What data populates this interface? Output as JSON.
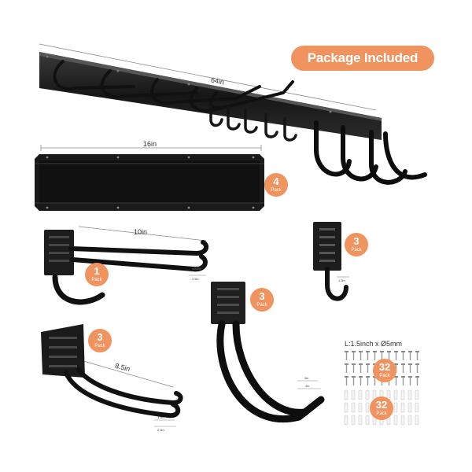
{
  "banner": {
    "text": "Package Included"
  },
  "rail": {
    "length_label": "64in"
  },
  "panel": {
    "length_label": "16in",
    "qty": "4",
    "qty_word": "Pack"
  },
  "double_hook": {
    "length_label": "10in",
    "qty": "1",
    "qty_word": "Pack",
    "dim_a": "1.5in",
    "dim_b": "2.5in"
  },
  "small_hook": {
    "qty": "3",
    "qty_word": "Pack",
    "dim_a": "1.5in"
  },
  "j_hook": {
    "qty": "3",
    "qty_word": "Pack",
    "dim_a": "3in",
    "dim_b": "4in"
  },
  "fork_hook": {
    "length_label": "8.5in",
    "qty": "3",
    "qty_word": "Pack",
    "dim_a": "1.5in",
    "dim_b": "2.5in"
  },
  "screws": {
    "spec": "L:1.5inch x Ø5mm",
    "qty": "32",
    "qty_word": "Pack"
  },
  "anchors": {
    "qty": "32",
    "qty_word": "Pack"
  },
  "colors": {
    "accent": "#f0935f",
    "metal": "#1c1c1c",
    "foam": "#111111"
  }
}
